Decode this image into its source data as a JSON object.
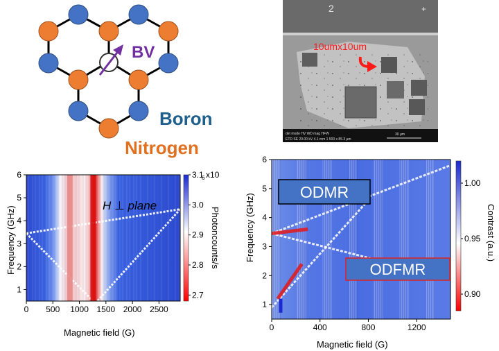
{
  "lattice": {
    "bv_label": "BV",
    "boron_label": "Boron",
    "nitrogen_label": "Nitrogen",
    "colors": {
      "boron": "#4472c4",
      "nitrogen": "#ed7d31",
      "bv": "#7030a0",
      "boron_text": "#1f5f8b",
      "nitrogen_text": "#e07020"
    }
  },
  "sem": {
    "top_mark": "2",
    "annotation": "10umx10um",
    "annotation_color": "#ff1a1a",
    "info_row1": "det mode HV WD mag HFW",
    "info_row2": "ETD SE 20.00 kV 4.1 mm 1 500 x 85.3 µm",
    "scalebar_label": "30 µm"
  },
  "chart_data": [
    {
      "type": "heatmap",
      "xlabel": "Magnetic field (G)",
      "ylabel": "Frequency (GHz)",
      "xlim": [
        0,
        2900
      ],
      "ylim": [
        0.5,
        6
      ],
      "xticks": [
        "0",
        "500",
        "1000",
        "1500",
        "2000",
        "2500"
      ],
      "yticks": [
        "1",
        "2",
        "3",
        "4",
        "5",
        "6"
      ],
      "annotation": "H ⊥ plane",
      "colorbar": {
        "label": "Photoncounts/s",
        "ticks": [
          "3.1 x10",
          "3.0",
          "2.9",
          "2.8",
          "2.7"
        ],
        "exponent": "6",
        "range": [
          2.68,
          3.1
        ]
      },
      "features": [
        {
          "kind": "line",
          "x": [
            0,
            1300
          ],
          "y": [
            3.45,
            0.4
          ]
        },
        {
          "kind": "line",
          "x": [
            0,
            2900
          ],
          "y": [
            3.45,
            4.5
          ]
        },
        {
          "kind": "line",
          "x": [
            1300,
            2900
          ],
          "y": [
            0.4,
            4.5
          ]
        },
        {
          "kind": "band",
          "x": 1260,
          "value": 2.68
        },
        {
          "kind": "band",
          "x": 820,
          "value": 2.85
        }
      ]
    },
    {
      "type": "heatmap",
      "xlabel": "Magnetic field (G)",
      "ylabel": "Frequency (GHz)",
      "xlim": [
        0,
        1480
      ],
      "ylim": [
        0.5,
        6
      ],
      "xticks": [
        "0",
        "400",
        "800",
        "1200"
      ],
      "yticks": [
        "1",
        "2",
        "3",
        "4",
        "5",
        "6"
      ],
      "labels": [
        "ODMR",
        "ODFMR"
      ],
      "colorbar": {
        "label": "Contrast (a.u.)",
        "ticks": [
          "1.00",
          "0.95",
          "0.90"
        ],
        "range": [
          0.885,
          1.02
        ]
      },
      "features": [
        {
          "kind": "line",
          "x": [
            0,
            1480
          ],
          "y": [
            3.45,
            5.8
          ]
        },
        {
          "kind": "line",
          "x": [
            0,
            1480
          ],
          "y": [
            3.45,
            1.9
          ]
        },
        {
          "kind": "curve",
          "x": [
            0,
            300
          ],
          "y": [
            3.45,
            3.6
          ],
          "value": 0.89
        },
        {
          "kind": "line",
          "x": [
            0,
            800
          ],
          "y": [
            0.9,
            4.6
          ]
        },
        {
          "kind": "line",
          "x": [
            50,
            250
          ],
          "y": [
            1.2,
            2.4
          ],
          "value": 0.89
        }
      ]
    }
  ]
}
